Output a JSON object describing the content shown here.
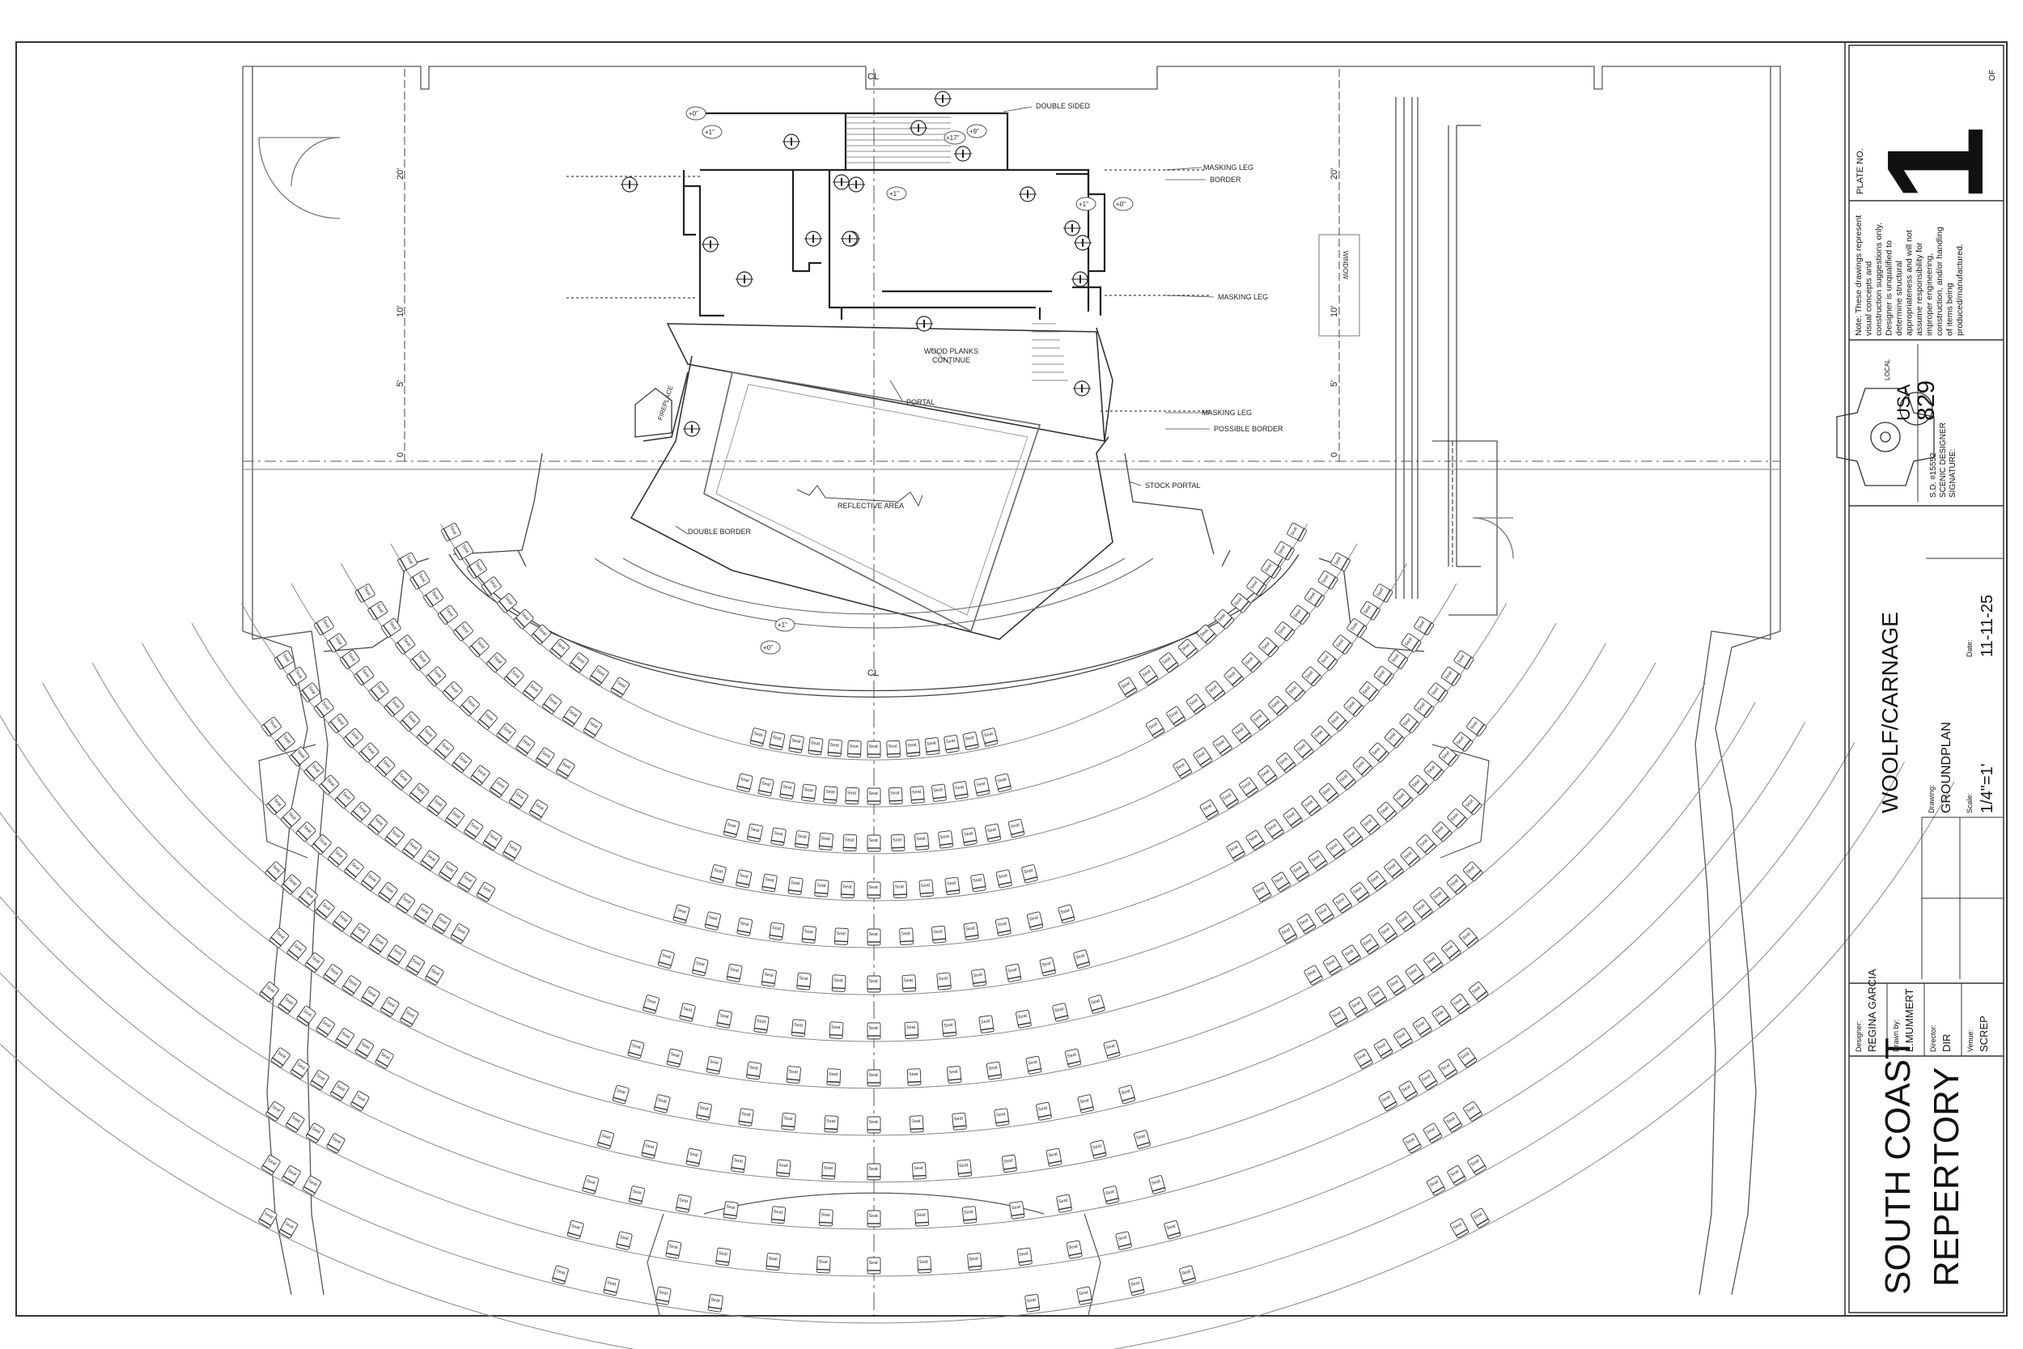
{
  "drawing": {
    "centerline_label": "CL",
    "elevations": [
      "+0\"",
      "+1\"",
      "+17\"",
      "+9\"",
      "+1\"",
      "+1\"",
      "+0\"",
      "+1\"",
      "+0\""
    ],
    "annotations": {
      "double_sided": "DOUBLE SIDED",
      "masking_leg_1": "MASKING LEG",
      "border": "BORDER",
      "masking_leg_2": "MASKING LEG",
      "wood_planks": "WOOD PLANKS",
      "continue": "CONTINUE",
      "portal": "PORTAL",
      "masking_leg_3": "MASKING LEG",
      "possible_border": "POSSIBLE BORDER",
      "stock_portal": "STOCK PORTAL",
      "reflective_area": "REFLECTIVE AREA",
      "double_border": "DOUBLE BORDER",
      "fireplace": "FIREPLACE",
      "window": "WINDOW"
    },
    "scale_left": [
      "20'",
      "10'",
      "5'",
      "0"
    ],
    "scale_right": [
      "20'",
      "10'",
      "5'",
      "0"
    ],
    "seat_label": "Seat"
  },
  "title_block": {
    "plate_label": "PLATE NO.",
    "plate_number": "1",
    "of_label": "OF",
    "note": "Note: These drawings represent visual concepts and construction suggestions only. Designer is unqualified to determine structural appropriateness and will not assume responsibility for improper engineering, construction, and/or handling of items being produced/manufactured.",
    "union": {
      "text_top": "LOCAL",
      "text_main": "USA",
      "number": "829"
    },
    "sd_number": "S.D. #15552",
    "sd_role": "SCENIC DESIGNER",
    "signature": "SIGNATURE:",
    "show_title": "WOOLF/CARNAGE",
    "drawing_label": "Drawing:",
    "drawing_value": "GROUNDPLAN",
    "scale_label": "Scale:",
    "scale_value": "1/4\"=1'",
    "date_label": "Date:",
    "date_value": "11-11-25",
    "designer_label": "Designer:",
    "designer_value": "REGINA GARCIA",
    "drawn_by_label": "Drawn by:",
    "drawn_by_value": "L.MUMMERT",
    "director_label": "Director:",
    "director_value": "DIR",
    "venue_label": "Venue:",
    "venue_value": "SCREP",
    "venue_line1": "SOUTH COAST",
    "venue_line2": "REPERTORY"
  }
}
